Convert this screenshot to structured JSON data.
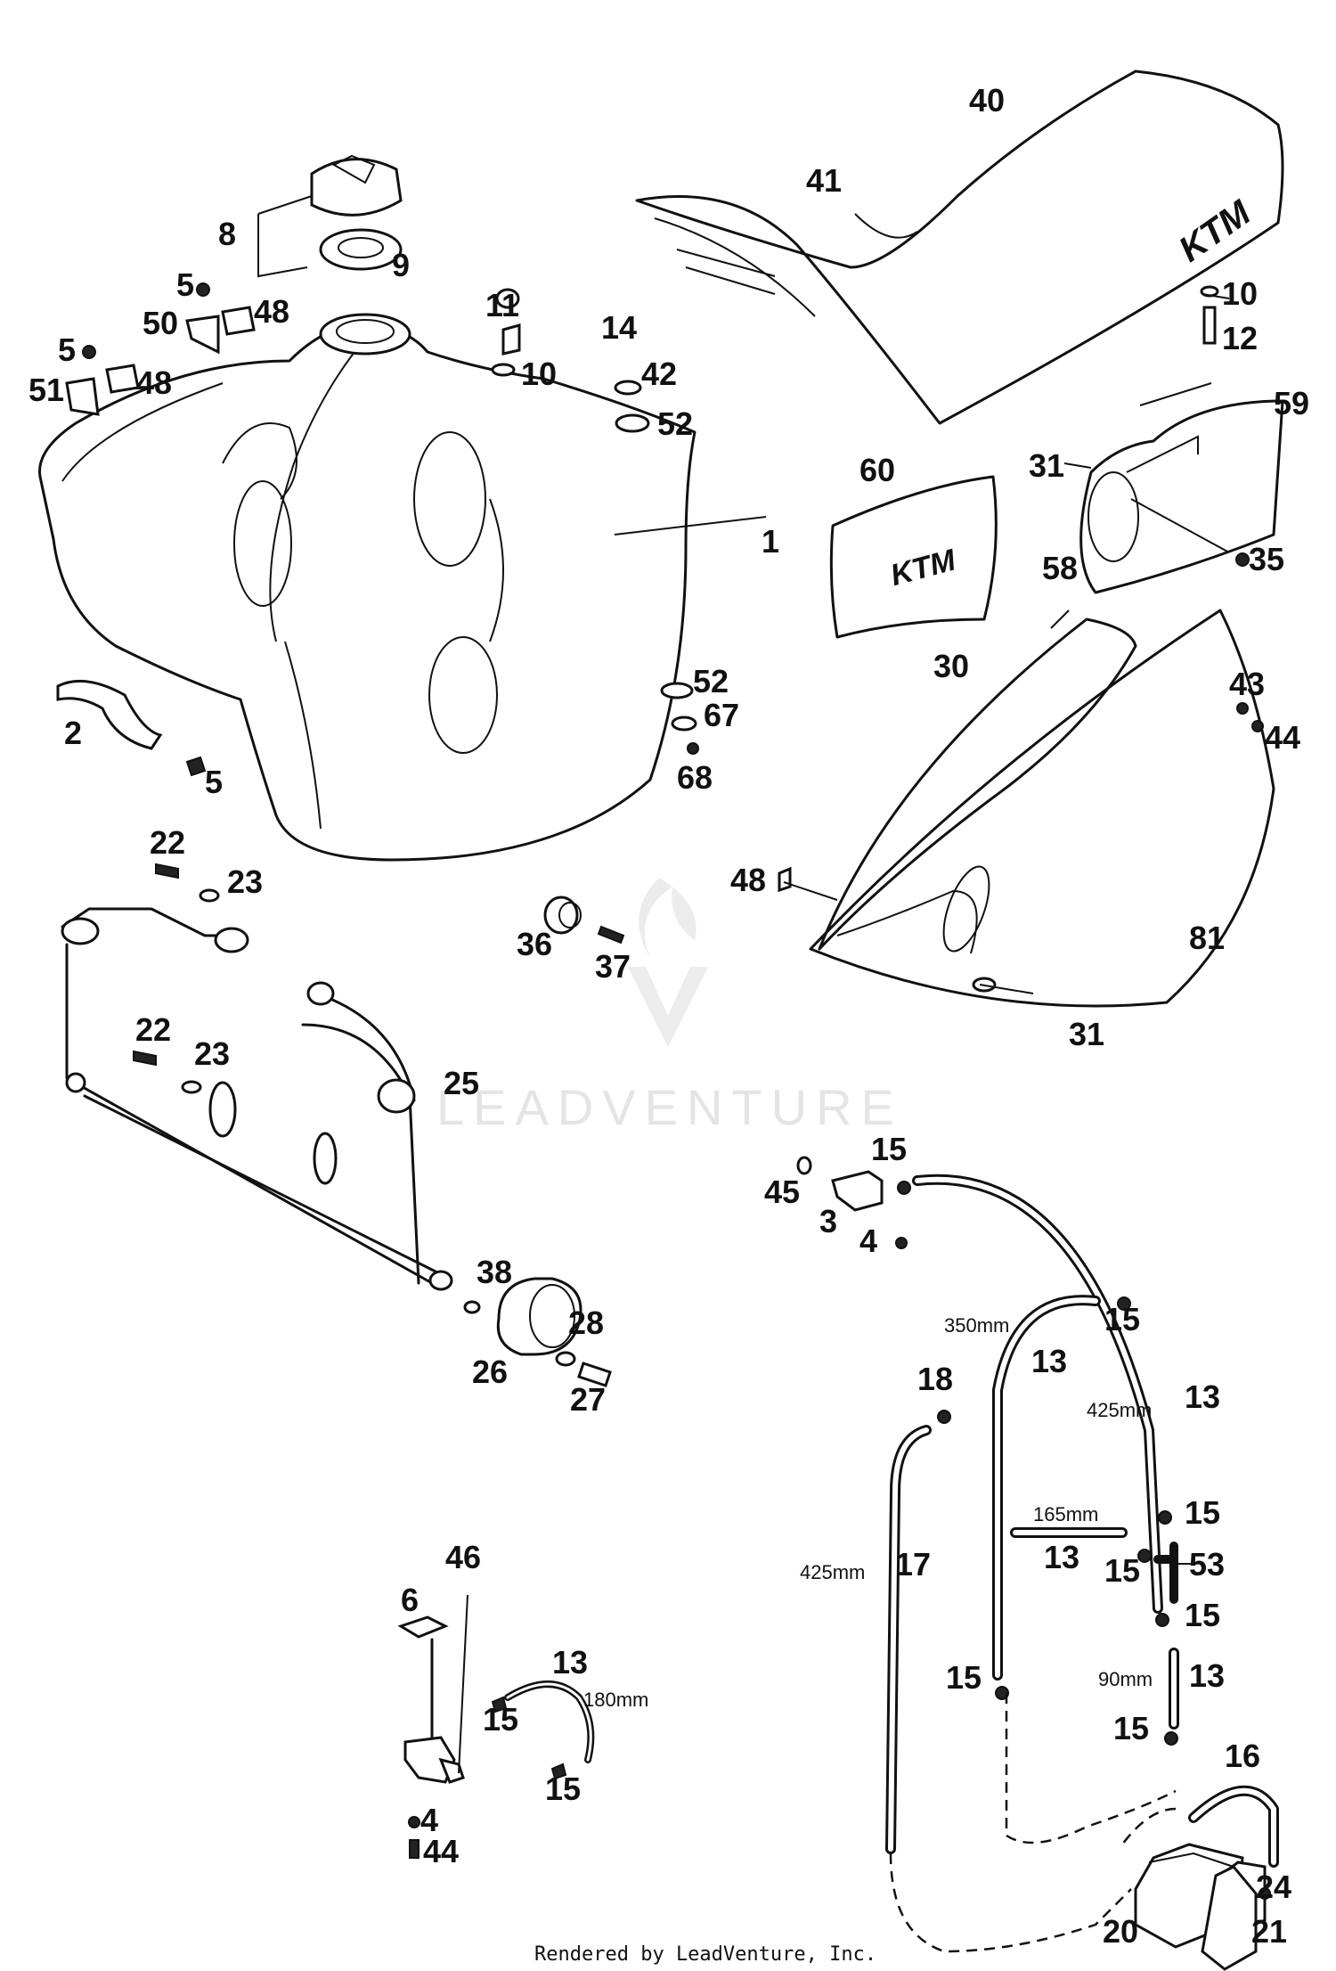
{
  "watermark": "LEADVENTURE",
  "credit": "Rendered by LeadVenture, Inc.",
  "brand": "KTM",
  "callouts": [
    {
      "id": "c1",
      "text": "1"
    },
    {
      "id": "c2",
      "text": "2"
    },
    {
      "id": "c3",
      "text": "3"
    },
    {
      "id": "c4a",
      "text": "4"
    },
    {
      "id": "c4b",
      "text": "4"
    },
    {
      "id": "c5a",
      "text": "5"
    },
    {
      "id": "c5b",
      "text": "5"
    },
    {
      "id": "c5c",
      "text": "5"
    },
    {
      "id": "c6",
      "text": "6"
    },
    {
      "id": "c8",
      "text": "8"
    },
    {
      "id": "c9",
      "text": "9"
    },
    {
      "id": "c10a",
      "text": "10"
    },
    {
      "id": "c10b",
      "text": "10"
    },
    {
      "id": "c11",
      "text": "11"
    },
    {
      "id": "c12",
      "text": "12"
    },
    {
      "id": "c13a",
      "text": "13"
    },
    {
      "id": "c13b",
      "text": "13"
    },
    {
      "id": "c13c",
      "text": "13"
    },
    {
      "id": "c13d",
      "text": "13"
    },
    {
      "id": "c13e",
      "text": "13"
    },
    {
      "id": "c14",
      "text": "14"
    },
    {
      "id": "c15a",
      "text": "15"
    },
    {
      "id": "c15b",
      "text": "15"
    },
    {
      "id": "c15c",
      "text": "15"
    },
    {
      "id": "c15d",
      "text": "15"
    },
    {
      "id": "c15e",
      "text": "15"
    },
    {
      "id": "c15f",
      "text": "15"
    },
    {
      "id": "c15g",
      "text": "15"
    },
    {
      "id": "c15h",
      "text": "15"
    },
    {
      "id": "c15i",
      "text": "15"
    },
    {
      "id": "c16",
      "text": "16"
    },
    {
      "id": "c17",
      "text": "17"
    },
    {
      "id": "c18",
      "text": "18"
    },
    {
      "id": "c20",
      "text": "20"
    },
    {
      "id": "c21",
      "text": "21"
    },
    {
      "id": "c22a",
      "text": "22"
    },
    {
      "id": "c22b",
      "text": "22"
    },
    {
      "id": "c23a",
      "text": "23"
    },
    {
      "id": "c23b",
      "text": "23"
    },
    {
      "id": "c24",
      "text": "24"
    },
    {
      "id": "c25",
      "text": "25"
    },
    {
      "id": "c26",
      "text": "26"
    },
    {
      "id": "c27",
      "text": "27"
    },
    {
      "id": "c28",
      "text": "28"
    },
    {
      "id": "c30",
      "text": "30"
    },
    {
      "id": "c31a",
      "text": "31"
    },
    {
      "id": "c31b",
      "text": "31"
    },
    {
      "id": "c35",
      "text": "35"
    },
    {
      "id": "c36",
      "text": "36"
    },
    {
      "id": "c37",
      "text": "37"
    },
    {
      "id": "c38",
      "text": "38"
    },
    {
      "id": "c40",
      "text": "40"
    },
    {
      "id": "c41",
      "text": "41"
    },
    {
      "id": "c42",
      "text": "42"
    },
    {
      "id": "c43",
      "text": "43"
    },
    {
      "id": "c44a",
      "text": "44"
    },
    {
      "id": "c44b",
      "text": "44"
    },
    {
      "id": "c45",
      "text": "45"
    },
    {
      "id": "c46",
      "text": "46"
    },
    {
      "id": "c48a",
      "text": "48"
    },
    {
      "id": "c48b",
      "text": "48"
    },
    {
      "id": "c48c",
      "text": "48"
    },
    {
      "id": "c50",
      "text": "50"
    },
    {
      "id": "c51",
      "text": "51"
    },
    {
      "id": "c52a",
      "text": "52"
    },
    {
      "id": "c52b",
      "text": "52"
    },
    {
      "id": "c53",
      "text": "53"
    },
    {
      "id": "c58",
      "text": "58"
    },
    {
      "id": "c59",
      "text": "59"
    },
    {
      "id": "c60",
      "text": "60"
    },
    {
      "id": "c67",
      "text": "67"
    },
    {
      "id": "c68",
      "text": "68"
    },
    {
      "id": "c81",
      "text": "81"
    }
  ],
  "measurements": [
    {
      "id": "m350",
      "text": "350mm"
    },
    {
      "id": "m425a",
      "text": "425mm"
    },
    {
      "id": "m165",
      "text": "165mm"
    },
    {
      "id": "m425b",
      "text": "425mm"
    },
    {
      "id": "m90",
      "text": "90mm"
    },
    {
      "id": "m180",
      "text": "180mm"
    }
  ]
}
